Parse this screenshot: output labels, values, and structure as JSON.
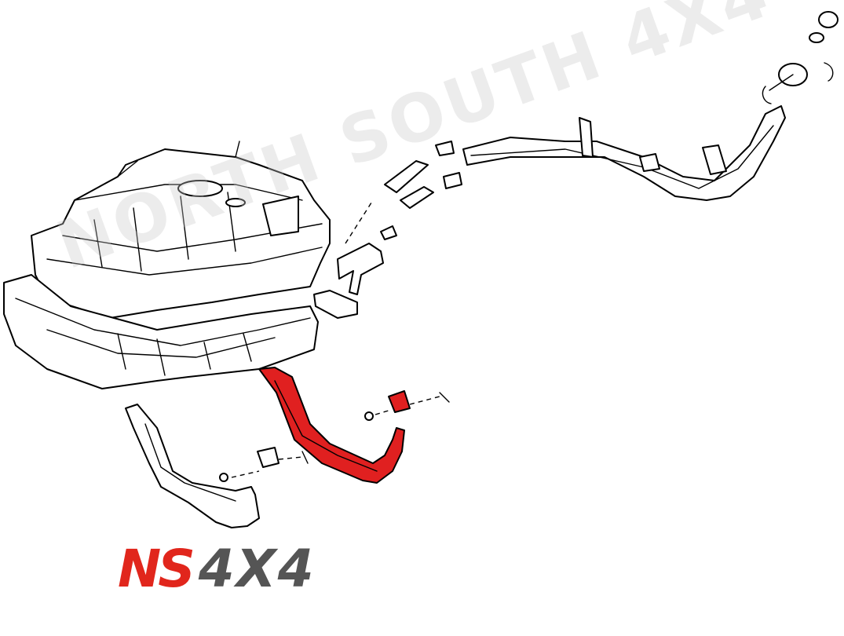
{
  "watermark": {
    "text": "NORTH SOUTH 4X4"
  },
  "logo": {
    "prefix": "NS",
    "suffix": "4X4",
    "prefix_color": "#e1261c",
    "suffix_color": "#555555"
  },
  "highlight": {
    "part": "fuel tank band (rear strap)",
    "color": "#e02020"
  }
}
